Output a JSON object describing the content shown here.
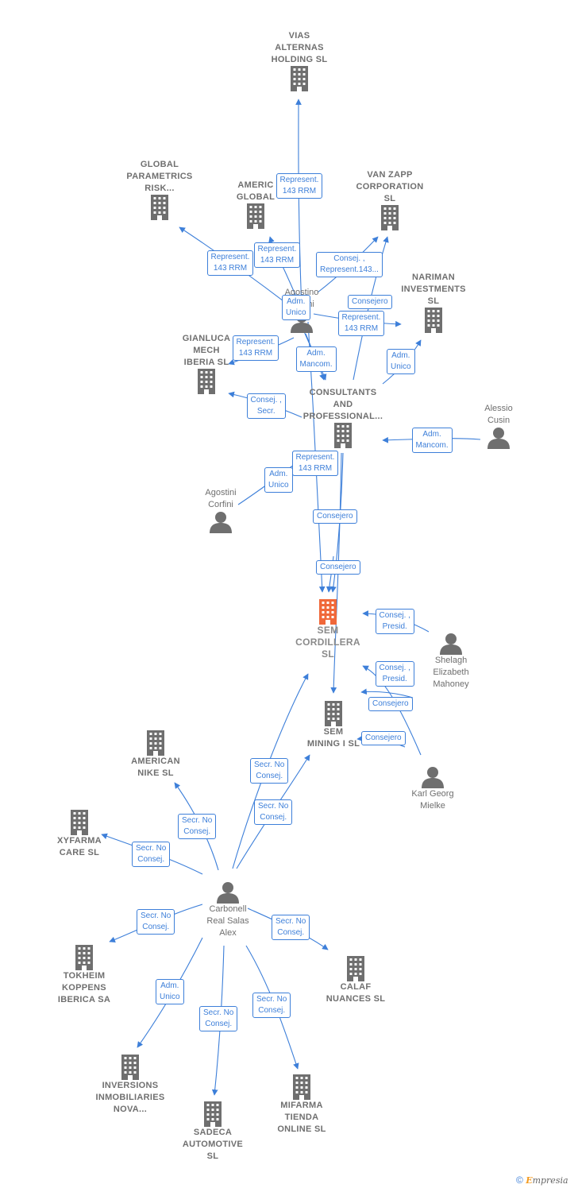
{
  "colors": {
    "edge": "#3d7fd9",
    "icon": "#6f6f6f",
    "focus": "#f0683a",
    "text": "#6f6f6f"
  },
  "nodes": [
    {
      "id": "vias",
      "kind": "company",
      "label": "VIAS\nALTERNAS\nHOLDING  SL",
      "icon": "building-icon"
    },
    {
      "id": "global_param",
      "kind": "company",
      "label": "GLOBAL\nPARAMETRICS\nRISK...",
      "icon": "building-icon"
    },
    {
      "id": "americ_global",
      "kind": "company",
      "label": "AMERIC\nGLOBAL",
      "icon": "building-icon"
    },
    {
      "id": "vanzapp",
      "kind": "company",
      "label": "VAN ZAPP\nCORPORATION\nSL",
      "icon": "building-icon"
    },
    {
      "id": "nariman",
      "kind": "company",
      "label": "NARIMAN\nINVESTMENTS\nSL",
      "icon": "building-icon"
    },
    {
      "id": "agostino",
      "kind": "person",
      "label": "Agostino\nCorfini",
      "icon": "person-icon"
    },
    {
      "id": "gianluca",
      "kind": "company",
      "label": "GIANLUCA\nMECH\nIBERIA  SL",
      "icon": "building-icon"
    },
    {
      "id": "consultants",
      "kind": "company",
      "label": "CONSULTANTS\nAND\nPROFESSIONAL...",
      "icon": "building-icon"
    },
    {
      "id": "alessio",
      "kind": "person",
      "label": "Alessio\nCusin",
      "icon": "person-icon"
    },
    {
      "id": "agostini",
      "kind": "person",
      "label": "Agostini\nCorfini",
      "icon": "person-icon"
    },
    {
      "id": "sem_cord",
      "kind": "center",
      "label": "SEM\nCORDILLERA\nSL",
      "icon": "building-icon"
    },
    {
      "id": "shelagh",
      "kind": "person",
      "label": "Shelagh\nElizabeth\nMahoney",
      "icon": "person-icon"
    },
    {
      "id": "sem_mining",
      "kind": "company",
      "label": "SEM\nMINING I  SL",
      "icon": "building-icon"
    },
    {
      "id": "karl",
      "kind": "person",
      "label": "Karl Georg\nMielke",
      "icon": "person-icon"
    },
    {
      "id": "american_nike",
      "kind": "company",
      "label": "AMERICAN\nNIKE SL",
      "icon": "building-icon"
    },
    {
      "id": "xyfarma",
      "kind": "company",
      "label": "XYFARMA\nCARE  SL",
      "icon": "building-icon"
    },
    {
      "id": "carbonell",
      "kind": "person",
      "label": "Carbonell\nReal Salas\nAlex",
      "icon": "person-icon"
    },
    {
      "id": "tokheim",
      "kind": "company",
      "label": "TOKHEIM\nKOPPENS\nIBERICA SA",
      "icon": "building-icon"
    },
    {
      "id": "calaf",
      "kind": "company",
      "label": "CALAF\nNUANCES SL",
      "icon": "building-icon"
    },
    {
      "id": "inversions",
      "kind": "company",
      "label": "INVERSIONS\nINMOBILIARIES\nNOVA...",
      "icon": "building-icon"
    },
    {
      "id": "sadeca",
      "kind": "company",
      "label": "SADECA\nAUTOMOTIVE\nSL",
      "icon": "building-icon"
    },
    {
      "id": "mifarma",
      "kind": "company",
      "label": "MIFARMA\nTIENDA\nONLINE SL",
      "icon": "building-icon"
    }
  ],
  "edges": [
    {
      "label": "Represent.\n143 RRM"
    },
    {
      "label": "Represent.\n143 RRM"
    },
    {
      "label": "Represent.\n143 RRM"
    },
    {
      "label": "Consej. ,\nRepresent.143..."
    },
    {
      "label": "Represent.\n143 RRM"
    },
    {
      "label": "Adm.\nUnico"
    },
    {
      "label": "Consejero"
    },
    {
      "label": "Represent.\n143 RRM"
    },
    {
      "label": "Adm.\nMancom."
    },
    {
      "label": "Adm.\nUnico"
    },
    {
      "label": "Represent.\n143 RRM"
    },
    {
      "label": "Consej. ,\nSecr."
    },
    {
      "label": "Adm.\nMancom."
    },
    {
      "label": "Represent.\n143 RRM"
    },
    {
      "label": "Adm.\nUnico"
    },
    {
      "label": "Consejero"
    },
    {
      "label": "Consejero"
    },
    {
      "label": "Consej. ,\nPresid."
    },
    {
      "label": "Consej. ,\nPresid."
    },
    {
      "label": "Consejero"
    },
    {
      "label": "Consejero"
    },
    {
      "label": "Secr.  No\nConsej."
    },
    {
      "label": "Secr.  No\nConsej."
    },
    {
      "label": "Secr.  No\nConsej."
    },
    {
      "label": "Secr.  No\nConsej."
    },
    {
      "label": "Secr.  No\nConsej."
    },
    {
      "label": "Secr.  No\nConsej."
    },
    {
      "label": "Adm.\nUnico"
    },
    {
      "label": "Secr.  No\nConsej."
    },
    {
      "label": "Secr.  No\nConsej."
    }
  ],
  "footer": {
    "copyright": "©",
    "brand_first": "E",
    "brand_rest": "mpresia"
  }
}
